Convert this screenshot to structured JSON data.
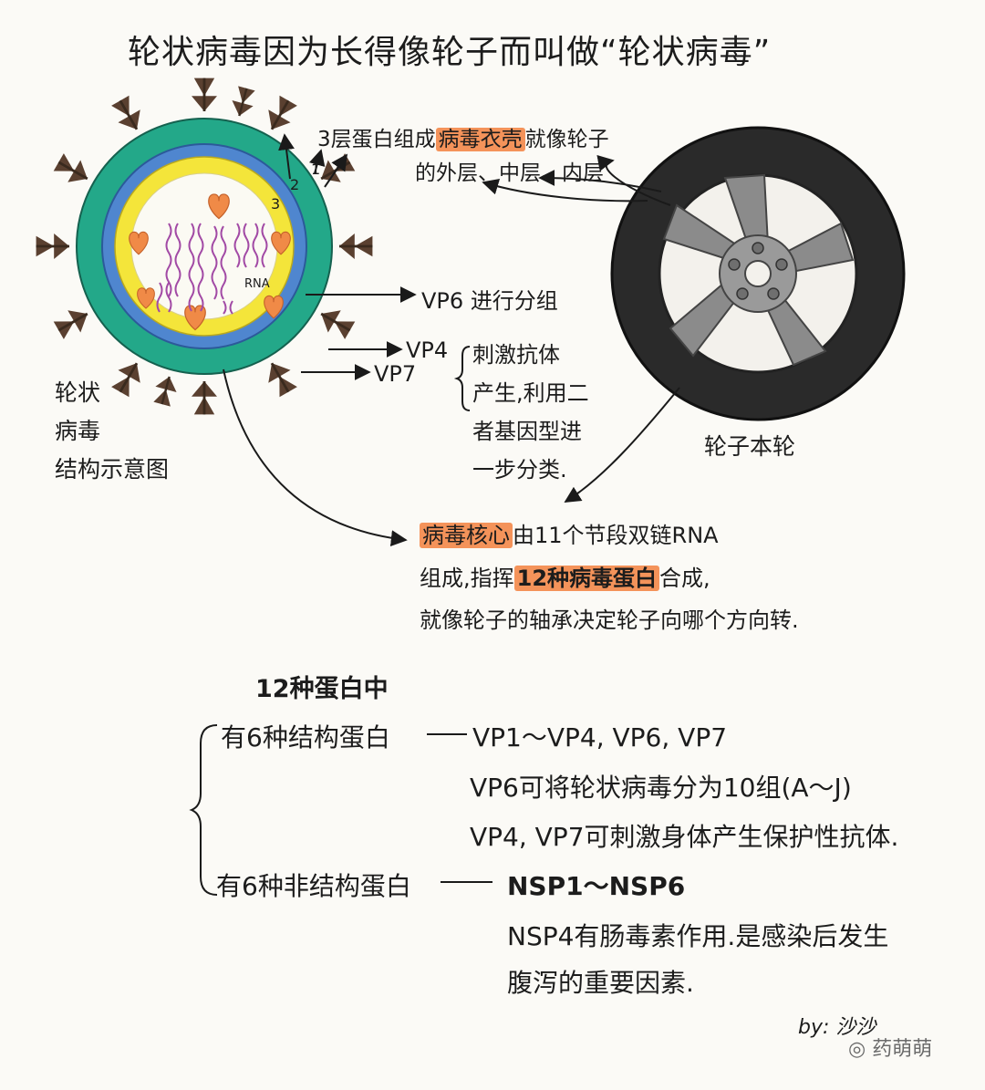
{
  "title": "轮状病毒因为长得像轮子而叫做“轮状病毒”",
  "diagram": {
    "layers_note_prefix": "3层蛋白组成",
    "layers_note_highlight": "病毒衣壳",
    "layers_note_suffix": "就像轮子",
    "layers_note_line2": "的外层、中层、内层",
    "layer_numbers": [
      "1",
      "2",
      "3"
    ],
    "rna_label": "RNA",
    "vp6_label": "VP6",
    "vp6_desc": "进行分组",
    "vp4_label": "VP4",
    "vp7_label": "VP7",
    "antibody_lines": [
      "刺激抗体",
      "产生,利用二",
      "者基因型进",
      "一步分类."
    ],
    "structure_caption": [
      "轮状",
      "病毒",
      "结构示意图"
    ],
    "wheel_caption": "轮子本轮",
    "core_highlight": "病毒核心",
    "core_line1_suffix": "由11个节段双链RNA",
    "core_line2_prefix": "组成,指挥",
    "core_line2_highlight": "12种病毒蛋白",
    "core_line2_suffix": "合成,",
    "core_line3": "就像轮子的轴承决定轮子向哪个方向转."
  },
  "proteins": {
    "heading": "12种蛋白中",
    "structural_label": "有6种结构蛋白",
    "structural_dash": "——",
    "structural_list": "VP1～VP4, VP6, VP7",
    "structural_note1": "VP6可将轮状病毒分为10组(A～J)",
    "structural_note2": "VP4, VP7可刺激身体产生保护性抗体.",
    "nonstructural_label": "有6种非结构蛋白",
    "nonstructural_dash": "——",
    "nonstructural_list": "NSP1～NSP6",
    "nonstructural_note1": "NSP4有肠毒素作用.是感染后发生",
    "nonstructural_note2": "腹泻的重要因素."
  },
  "signature": {
    "prefix": "by:",
    "name": "沙沙",
    "watermark": "药萌萌"
  },
  "colors": {
    "outer_layer": "#23a889",
    "middle_layer": "#4f86cf",
    "inner_layer": "#f4e53a",
    "core": "#fbfaf3",
    "rna": "#a24aa5",
    "heart": "#f08a47",
    "spike": "#5a4030",
    "highlight": "#f4935a",
    "tire": "#2a2a2a",
    "rim": "#8b8b8b"
  }
}
